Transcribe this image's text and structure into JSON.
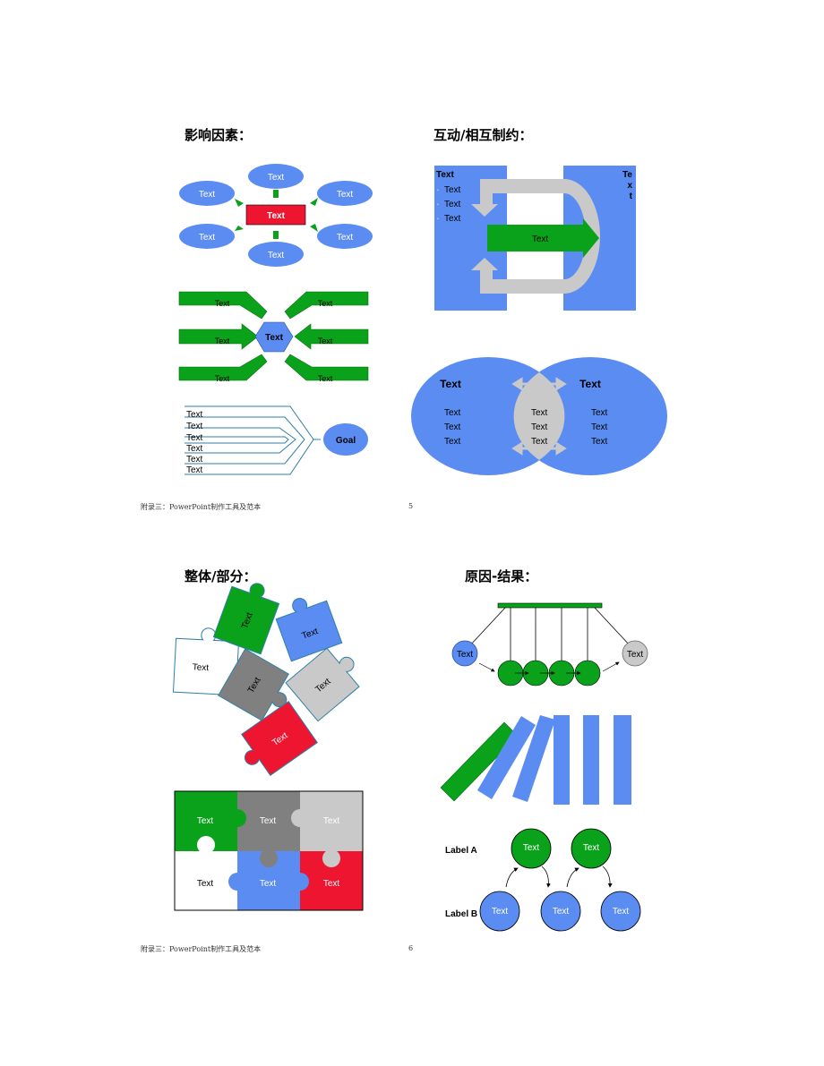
{
  "colors": {
    "blue": "#5b8cf2",
    "green": "#0aa21a",
    "red": "#ee1530",
    "gray": "#808080",
    "lightgray": "#c9c9c9",
    "teal": "#2d7fa6"
  },
  "page5": {
    "footer": "附录三：PowerPoint制作工具及范本",
    "number": "5",
    "influence": {
      "title": "影响因素：",
      "center": "Text",
      "ovals": [
        "Text",
        "Text",
        "Text",
        "Text",
        "Text",
        "Text"
      ],
      "arrows_left": [
        "Text",
        "Text",
        "Text"
      ],
      "arrows_right": [
        "Text",
        "Text",
        "Text"
      ],
      "hex": "Text",
      "lines": [
        "Text",
        "Text",
        "Text",
        "Text",
        "Text",
        "Text"
      ],
      "goal": "Goal"
    },
    "interaction": {
      "title": "互动/相互制约：",
      "left_head": "Text",
      "left_bullets": [
        "Text",
        "Text",
        "Text"
      ],
      "right_head": [
        "Te",
        "x",
        "t"
      ],
      "arrow": "Text",
      "venn_left_head": "Text",
      "venn_right_head": "Text",
      "venn_left": [
        "Text",
        "Text",
        "Text"
      ],
      "venn_mid": [
        "Text",
        "Text",
        "Text"
      ],
      "venn_right": [
        "Text",
        "Text",
        "Text"
      ]
    }
  },
  "page6": {
    "footer": "附录三：PowerPoint制作工具及范本",
    "number": "6",
    "wholepart": {
      "title": "整体/部分：",
      "scatter": [
        "Text",
        "Text",
        "Text",
        "Text",
        "Text",
        "Text"
      ],
      "grid": [
        "Text",
        "Text",
        "Text",
        "Text",
        "Text",
        "Text"
      ]
    },
    "cause": {
      "title": "原因-结果：",
      "ball_left": "Text",
      "ball_right": "Text",
      "label_a": "Label A",
      "label_b": "Label B",
      "top_circles": [
        "Text",
        "Text"
      ],
      "bottom_circles": [
        "Text",
        "Text",
        "Text"
      ]
    }
  }
}
